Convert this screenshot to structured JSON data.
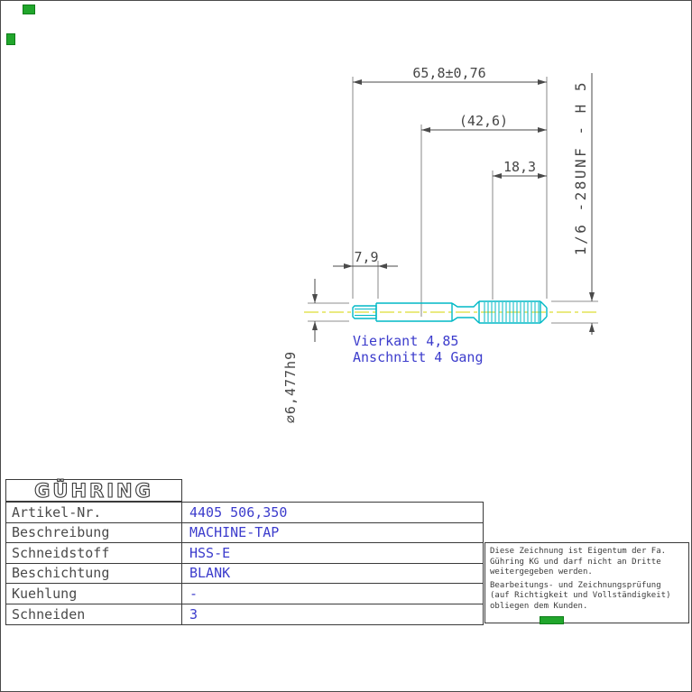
{
  "drawing": {
    "dims": {
      "overall": "65,8±0,76",
      "ref": "(42,6)",
      "thread_len": "18,3",
      "square_len": "7,9",
      "thread_spec": "1/6 -28UNF - H 5",
      "shank_dia": "⌀6,477h9"
    },
    "annotations": {
      "vierkant": "Vierkant 4,85",
      "anschnitt": "Anschnitt 4 Gang"
    }
  },
  "title_block": {
    "logo": "GÜHRING",
    "rows": [
      {
        "label": "Artikel-Nr.",
        "value": "4405 506,350"
      },
      {
        "label": "Beschreibung",
        "value": "MACHINE-TAP"
      },
      {
        "label": "Schneidstoff",
        "value": "HSS-E"
      },
      {
        "label": "Beschichtung",
        "value": "BLANK"
      },
      {
        "label": "Kuehlung",
        "value": "-"
      },
      {
        "label": "Schneiden",
        "value": "3"
      }
    ]
  },
  "note": {
    "lines": [
      "Diese Zeichnung ist Eigentum der Fa.",
      "Gühring KG und darf nicht an Dritte",
      "weitergegeben werden.",
      "Bearbeitungs- und Zeichnungsprüfung",
      "(auf Richtigkeit und Vollständigkeit)",
      "obliegen dem Kunden."
    ]
  },
  "colors": {
    "part_outline": "#00b9c6",
    "centerline": "#d4d400",
    "dimension": "#4a4a4a",
    "value_blue": "#3c3ccc",
    "marker_green": "#21a62c"
  }
}
